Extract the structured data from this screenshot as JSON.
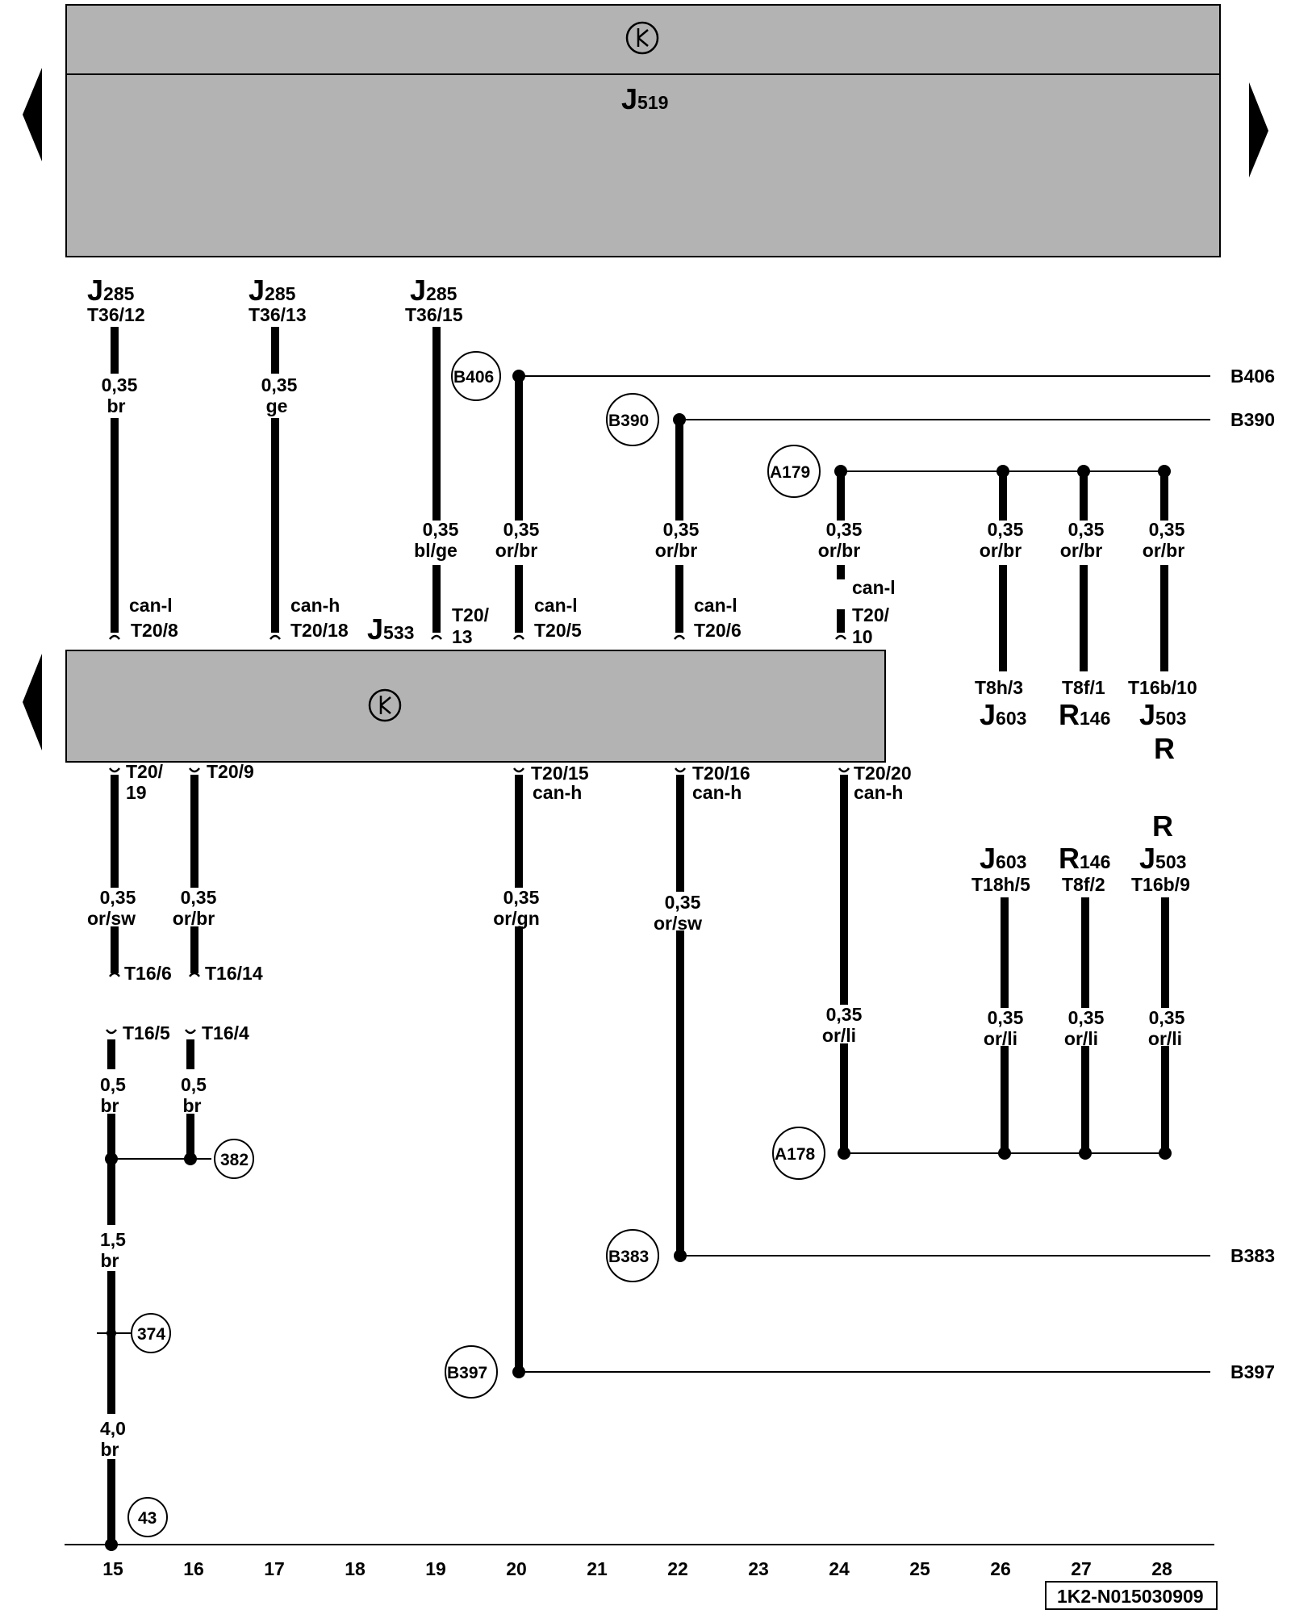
{
  "top_module": {
    "id_letter": "J",
    "id_num": "519"
  },
  "gateway": {
    "id_letter": "J",
    "id_num": "533"
  },
  "sources_top": [
    {
      "letter": "J",
      "num": "285",
      "pin": "T36/12"
    },
    {
      "letter": "J",
      "num": "285",
      "pin": "T36/13"
    },
    {
      "letter": "J",
      "num": "285",
      "pin": "T36/15"
    }
  ],
  "wires": {
    "c15_top_size": "0,35",
    "c15_top_color": "br",
    "c17_top_size": "0,35",
    "c17_top_color": "ge",
    "c19_top_size": "0,35",
    "c19_top_color": "bl/ge",
    "c20_top_size": "0,35",
    "c20_top_color": "or/br",
    "c22_top_size": "0,35",
    "c22_top_color": "or/br",
    "c24_top_size": "0,35",
    "c24_top_color": "or/br",
    "c26_top_size": "0,35",
    "c26_top_color": "or/br",
    "c27_top_size": "0,35",
    "c27_top_color": "or/br",
    "c28_top_size": "0,35",
    "c28_top_color": "or/br",
    "c15_mid_size": "0,35",
    "c15_mid_color": "or/sw",
    "c16_mid_size": "0,35",
    "c16_mid_color": "or/br",
    "c20_bot_size": "0,35",
    "c20_bot_color": "or/gn",
    "c22_bot_size": "0,35",
    "c22_bot_color": "or/sw",
    "c24_bot_size": "0,35",
    "c24_bot_color": "or/li",
    "c26_bot_size": "0,35",
    "c26_bot_color": "or/li",
    "c27_bot_size": "0,35",
    "c27_bot_color": "or/li",
    "c28_bot_size": "0,35",
    "c28_bot_color": "or/li",
    "c15_low1_size": "0,5",
    "c15_low1_color": "br",
    "c16_low1_size": "0,5",
    "c16_low1_color": "br",
    "c15_low2_size": "1,5",
    "c15_low2_color": "br",
    "c15_low3_size": "4,0",
    "c15_low3_color": "br"
  },
  "pins": {
    "t20_8": "T20/8",
    "t20_18": "T20/18",
    "t20_13a": "T20/",
    "t20_13b": "13",
    "t20_5": "T20/5",
    "t20_6": "T20/6",
    "t20_10a": "T20/",
    "t20_10b": "10",
    "t20_19a": "T20/",
    "t20_19b": "19",
    "t20_9": "T20/9",
    "t20_15": "T20/15",
    "t20_16": "T20/16",
    "t20_20": "T20/20",
    "t16_6": "T16/6",
    "t16_14": "T16/14",
    "t16_5": "T16/5",
    "t16_4": "T16/4",
    "t8h_3": "T8h/3",
    "t8f_1": "T8f/1",
    "t16b_10": "T16b/10",
    "t18h_5": "T18h/5",
    "t8f_2": "T8f/2",
    "t16b_9": "T16b/9"
  },
  "signals": {
    "can_l": "can-l",
    "can_h": "can-h"
  },
  "right_components_top": [
    {
      "letter": "J",
      "num": "603",
      "extra": ""
    },
    {
      "letter": "R",
      "num": "146",
      "extra": ""
    },
    {
      "letter": "J",
      "num": "503",
      "extra": "R"
    }
  ],
  "right_components_bottom": [
    {
      "letter": "J",
      "num": "603",
      "extra": ""
    },
    {
      "letter": "R",
      "num": "146",
      "extra": ""
    },
    {
      "letter": "J",
      "num": "503",
      "extra": "R"
    }
  ],
  "connections": {
    "b406": "B406",
    "b390": "B390",
    "a179": "A179",
    "a178": "A178",
    "b383": "B383",
    "b397": "B397"
  },
  "grounds": [
    "382",
    "374",
    "43"
  ],
  "column_numbers": [
    "15",
    "16",
    "17",
    "18",
    "19",
    "20",
    "21",
    "22",
    "23",
    "24",
    "25",
    "26",
    "27",
    "28"
  ],
  "footer_code": "1K2-N015030909"
}
